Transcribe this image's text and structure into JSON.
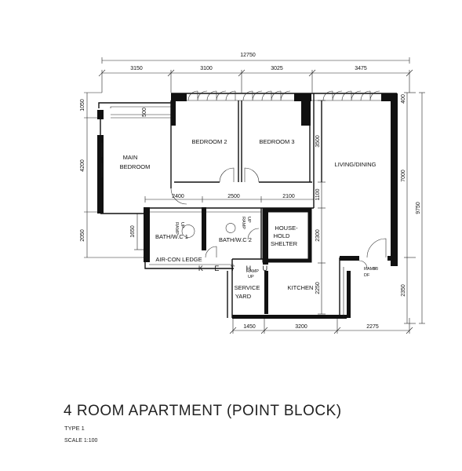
{
  "plan": {
    "title": "4 ROOM APARTMENT (POINT BLOCK)",
    "type": "TYPE 1",
    "scale": "SCALE  1:100",
    "watermark": "K E   T H U",
    "dimensions": {
      "overall_width": "12750",
      "top": [
        "3150",
        "3100",
        "3025",
        "3475"
      ],
      "bottom": [
        "1450",
        "3200",
        "2275"
      ],
      "interior_horizontal": [
        "2400",
        "2500",
        "2100"
      ],
      "left": [
        "1050",
        "4200",
        "2050"
      ],
      "right_tall": "9750",
      "right_upper": "7000",
      "right_lower": "2350",
      "top_right": "400",
      "ledge_depth": "500",
      "bed3_depth": "3500",
      "corridor": "1100",
      "bath_height": "1650",
      "shelter_height": "2300",
      "kitchen_height": "2250",
      "ramp_fall": "50"
    },
    "rooms": {
      "bedroom2": "BEDROOM 2",
      "bedroom3": "BEDROOM 3",
      "main_bedroom_line1": "MAIN",
      "main_bedroom_line2": "BEDROOM",
      "living_dining": "LIVING/DINING",
      "bath1": "BATH/W.C 1",
      "bath2": "BATH/W.C 2",
      "shelter_line1": "HOUSE-",
      "shelter_line2": "HOLD",
      "shelter_line3": "SHELTER",
      "aircon_ledge": "AIR-CON LEDGE",
      "service_line1": "SERVICE",
      "service_line2": "YARD",
      "kitchen": "KITCHEN"
    },
    "ramps": {
      "ramp": "RAMP",
      "up": "UP",
      "ramp_entry": "RAMP",
      "fall_label": "DF"
    }
  }
}
